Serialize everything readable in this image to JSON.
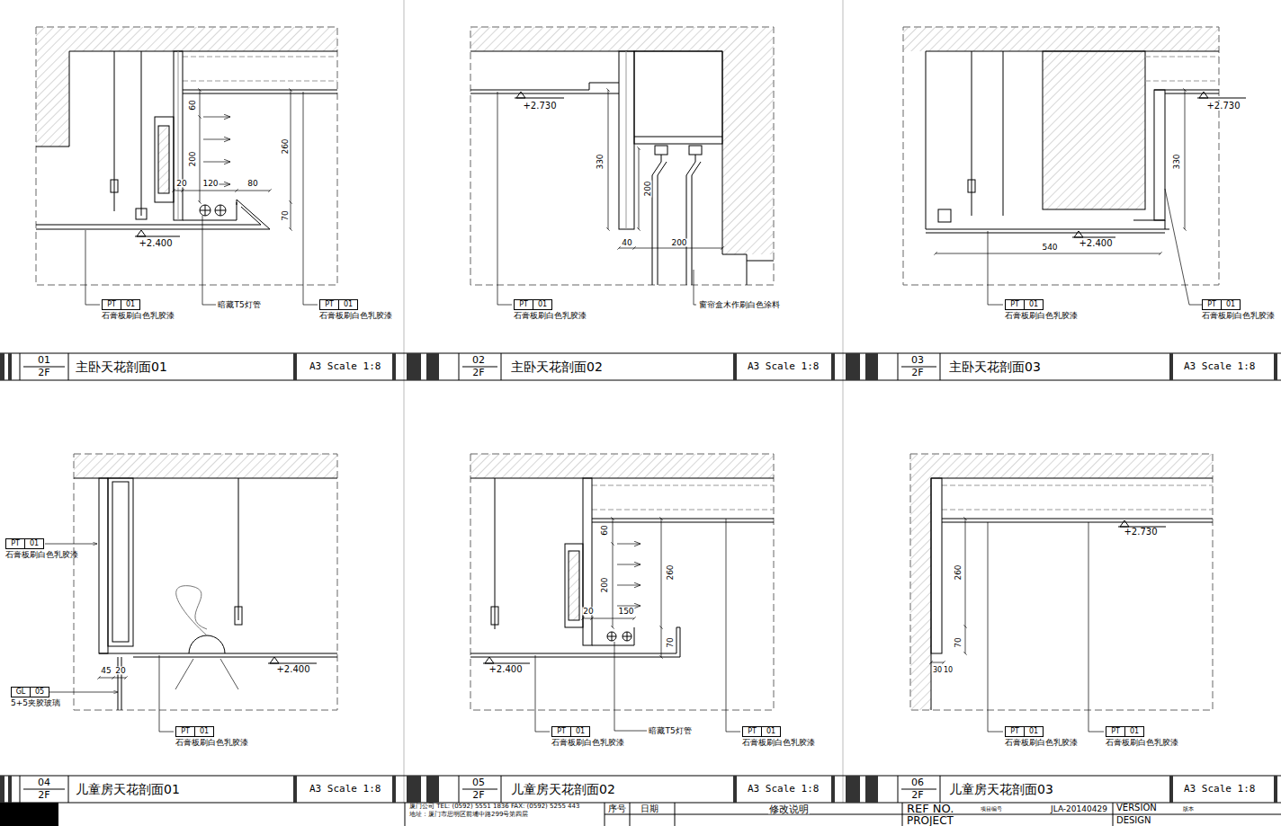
{
  "diagram": {
    "nodes": [
      {
        "text": [
          "01",
          "2F",
          "主卧天花剖面01",
          "A3 Scale 1:8"
        ]
      },
      {
        "text": [
          "02",
          "2F",
          "主卧天花剖面02",
          "A3 Scale 1:8"
        ]
      },
      {
        "text": [
          "03",
          "2F",
          "主卧天花剖面03",
          "A3 Scale 1:8"
        ]
      },
      {
        "text": [
          "04",
          "2F",
          "儿童房天花剖面01",
          "A3 Scale 1:8"
        ]
      },
      {
        "text": [
          "05",
          "2F",
          "儿童房天花剖面02",
          "A3 Scale 1:8"
        ]
      },
      {
        "text": [
          "06",
          "2F",
          "儿童房天花剖面03",
          "A3 Scale 1:8"
        ]
      },
      {
        "text": [
          "PT",
          "01",
          "石膏板刷白色乳胶漆"
        ]
      },
      {
        "text": [
          "PT",
          "01",
          "石膏板刷白色乳胶漆"
        ]
      },
      {
        "text": [
          "PT",
          "01",
          "石膏板刷白色乳胶漆"
        ]
      },
      {
        "text": [
          "PT",
          "01",
          "石膏板刷白色乳胶漆"
        ]
      },
      {
        "text": [
          "PT",
          "01",
          "石膏板刷白色乳胶漆"
        ]
      },
      {
        "text": [
          "PT",
          "01",
          "石膏板刷白色乳胶漆"
        ]
      },
      {
        "text": [
          "GL",
          "05",
          "5+5夹胶玻璃"
        ]
      },
      {
        "text": [
          "PT",
          "01",
          "石膏板刷白色乳胶漆"
        ]
      },
      {
        "text": [
          "PT",
          "01",
          "石膏板刷白色乳胶漆"
        ]
      },
      {
        "text": [
          "PT",
          "01",
          "石膏板刷白色乳胶漆"
        ]
      },
      {
        "text": [
          "PT",
          "01",
          "石膏板刷白色乳胶漆"
        ]
      },
      {
        "text": [
          "PT",
          "01",
          "石膏板刷白色乳胶漆"
        ]
      }
    ],
    "labels": [
      "60",
      "200",
      "260",
      "20",
      "120",
      "80",
      "70",
      "+2.400",
      "暗藏T5灯管",
      "+2.730",
      "330",
      "200",
      "40",
      "200",
      "窗帘盒木作刷白色涂料",
      "+2.730",
      "330",
      "540",
      "+2.400",
      "45",
      "20",
      "+2.400",
      "60",
      "200",
      "260",
      "20",
      "150",
      "70",
      "+2.400",
      "暗藏T5灯管",
      "+2.730",
      "260",
      "70",
      "30",
      "10",
      "厦门公司 TEL: (0592) 5551 1836 FAX: (0592) 5255 443",
      "地址：厦门市思明区前埔中路299号第四层",
      "序号",
      "日期",
      "修改说明",
      "REF NO.",
      "项目编号",
      "JLA-20140429",
      "VERSION",
      "版本",
      "PROJECT",
      "DESIGN"
    ]
  }
}
